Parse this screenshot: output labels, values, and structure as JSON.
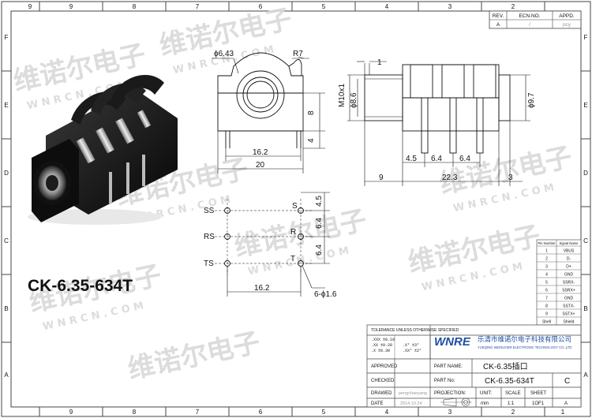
{
  "border": {
    "columns": [
      "9",
      "8",
      "7",
      "6",
      "5",
      "4",
      "3",
      "2",
      "1"
    ],
    "rows": [
      "F",
      "E",
      "D",
      "C",
      "B",
      "A"
    ]
  },
  "watermark": {
    "cn": "维诺尔电子",
    "url": "W N R C N . C O M"
  },
  "revision_table": {
    "headers": [
      "REV.",
      "ECN.NO.",
      "APPD."
    ],
    "row": [
      "A",
      "/",
      "pcy"
    ]
  },
  "product_label": "CK-6.35-634T",
  "front_view": {
    "hole_dia": "ϕ6.43",
    "radius": "R7",
    "dim_8": "8",
    "dim_4": "4",
    "dim_16_2": "16.2",
    "dim_20": "20"
  },
  "side_view": {
    "dim_1": "1",
    "thread": "M10x1",
    "dia_8_6": "ϕ8.6",
    "dia_9_7": "ϕ9.7",
    "dim_4_5": "4.5",
    "dim_6_4a": "6.4",
    "dim_6_4b": "6.4",
    "dim_9": "9",
    "dim_22_3": "22.3",
    "dim_3": "3"
  },
  "pcb_layout": {
    "labels": [
      "SS",
      "RS",
      "TS"
    ],
    "labels_right": [
      "S",
      "R",
      "T"
    ],
    "dim_4_5": "4.5",
    "dim_6_4a": "6.4",
    "dim_6_4b": "6.4",
    "dim_16_2": "16.2",
    "holes": "6-ϕ1.6"
  },
  "pin_table": {
    "headers": [
      "Pin Number",
      "Signal Name"
    ],
    "rows": [
      [
        "1",
        "VBUS"
      ],
      [
        "2",
        "D-"
      ],
      [
        "3",
        "D+"
      ],
      [
        "4",
        "GND"
      ],
      [
        "5",
        "SSRX-"
      ],
      [
        "6",
        "SSRX+"
      ],
      [
        "7",
        "GND"
      ],
      [
        "8",
        "SSTX-"
      ],
      [
        "9",
        "SSTX+"
      ],
      [
        "Shell",
        "Shield"
      ]
    ]
  },
  "title_block": {
    "tolerance_title": "TOLERANCE UNLESS OTHERWISE SPECIFIED",
    "tol_lines_left": [
      ".XXX  ±0.10",
      ".XX   ±0.20",
      ".X    ±0.30"
    ],
    "tol_lines_right": [
      ".X°   ±3°",
      ".XX°  ±2°"
    ],
    "company_logo": "WNRE",
    "company_cn": "乐清市维诺尔电子科技有限公司",
    "company_en": "YUEQING WEINUOER ELECTRONIC TECHNOLOGY CO.,LTD",
    "approved_label": "APPROVED",
    "checked_label": "CHECKED",
    "drawed_label": "DRAWED",
    "drawed_value": "pengchaoyang",
    "date_label": "DATE",
    "date_value": "2014.10.24",
    "part_name_label": "PART NAME:",
    "part_name_value": "CK-6.35插口",
    "part_no_label": "PART No:",
    "part_no_value": "CK-6.35-634T",
    "rev_value": "C",
    "projection_label": "PROJECTION:",
    "unit_label": "UNIT:",
    "unit_value": "mm",
    "scale_label": "SCALE",
    "scale_value": "1:1",
    "sheet_label": "SHEET",
    "sheet_value": "1OF1",
    "size_value": "A"
  }
}
